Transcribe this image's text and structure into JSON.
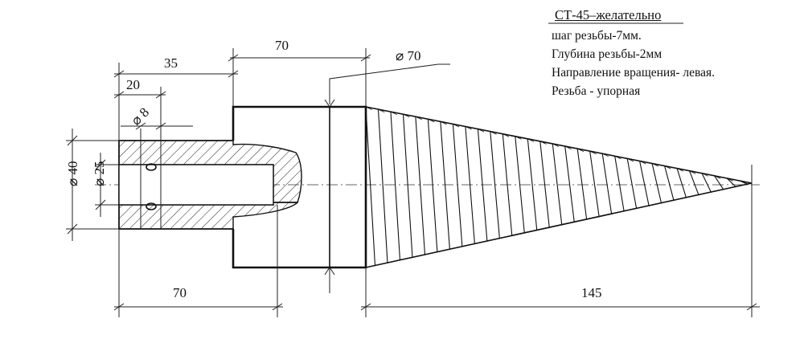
{
  "notes": {
    "title": "СТ-45–желательно",
    "line1": "шаг резьбы-7мм.",
    "line2": "Глубина резьбы-2мм",
    "line3": "Направление вращения- левая.",
    "line4": "Резьба - упорная"
  },
  "dimensions": {
    "d70_top": "70",
    "d35": "35",
    "d20": "20",
    "dia8": "⌀ 8",
    "dia70": "⌀ 70",
    "dia40": "⌀ 40",
    "dia25": "⌀ 25",
    "d70_bottom": "70",
    "d145": "145"
  },
  "thread": {
    "turns": 31,
    "pitch_mm": 7,
    "depth_mm": 2
  }
}
